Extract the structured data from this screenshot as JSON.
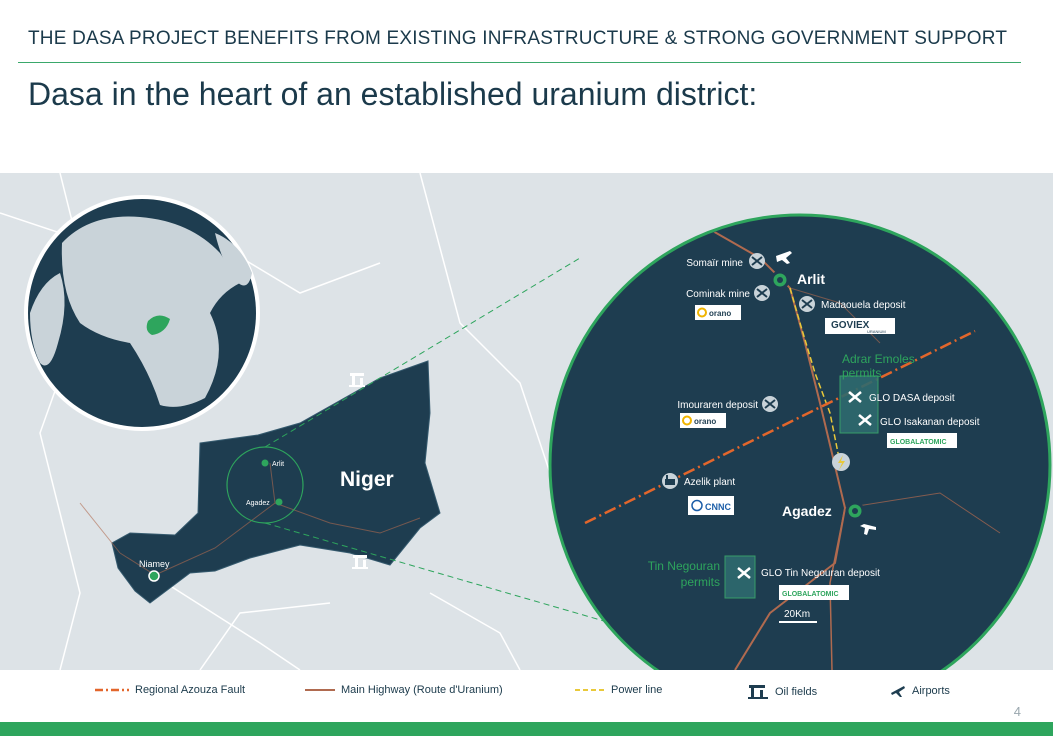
{
  "header": {
    "banner": "THE DASA PROJECT BENEFITS FROM EXISTING INFRASTRUCTURE & STRONG GOVERNMENT SUPPORT",
    "title": "Dasa in the heart of an established uranium district:"
  },
  "country_map": {
    "country_label": "Niger",
    "city_arlit": "Arlit",
    "city_agadez": "Agadez",
    "city_niamey": "Niamey"
  },
  "detail_map": {
    "somair": "Somaïr mine",
    "arlit": "Arlit",
    "cominak": "Cominak mine",
    "madaouela": "Madaouela deposit",
    "orano_logo_1": "orano",
    "goviex_logo": "GOVIEX",
    "goviex_sub": "URANIUM",
    "adrar_line1": "Adrar Emoles",
    "adrar_line2": "permits",
    "glo_dasa": "GLO DASA deposit",
    "glo_isakanan": "GLO Isakanan deposit",
    "imouraren": "Imouraren deposit",
    "orano_logo_2": "orano",
    "globalatomic_logo_1": "GLOBALATOMIC",
    "azelik": "Azelik plant",
    "cnnc_logo": "CNNC",
    "agadez": "Agadez",
    "tin_line1": "Tin Negouran",
    "tin_line2": "permits",
    "glo_tin": "GLO Tin Negouran deposit",
    "globalatomic_logo_2": "GLOBALATOMIC",
    "scale": "20Km"
  },
  "legend": {
    "fault": "Regional Azouza Fault",
    "highway": "Main Highway (Route d'Uranium)",
    "powerline": "Power line",
    "oilfields": "Oil fields",
    "airports": "Airports"
  },
  "colors": {
    "navy": "#1e3d50",
    "green": "#2ea55d",
    "fault": "#e3662b",
    "highway": "#b06a4f",
    "powerline": "#e9c93a"
  },
  "page_number": "4"
}
